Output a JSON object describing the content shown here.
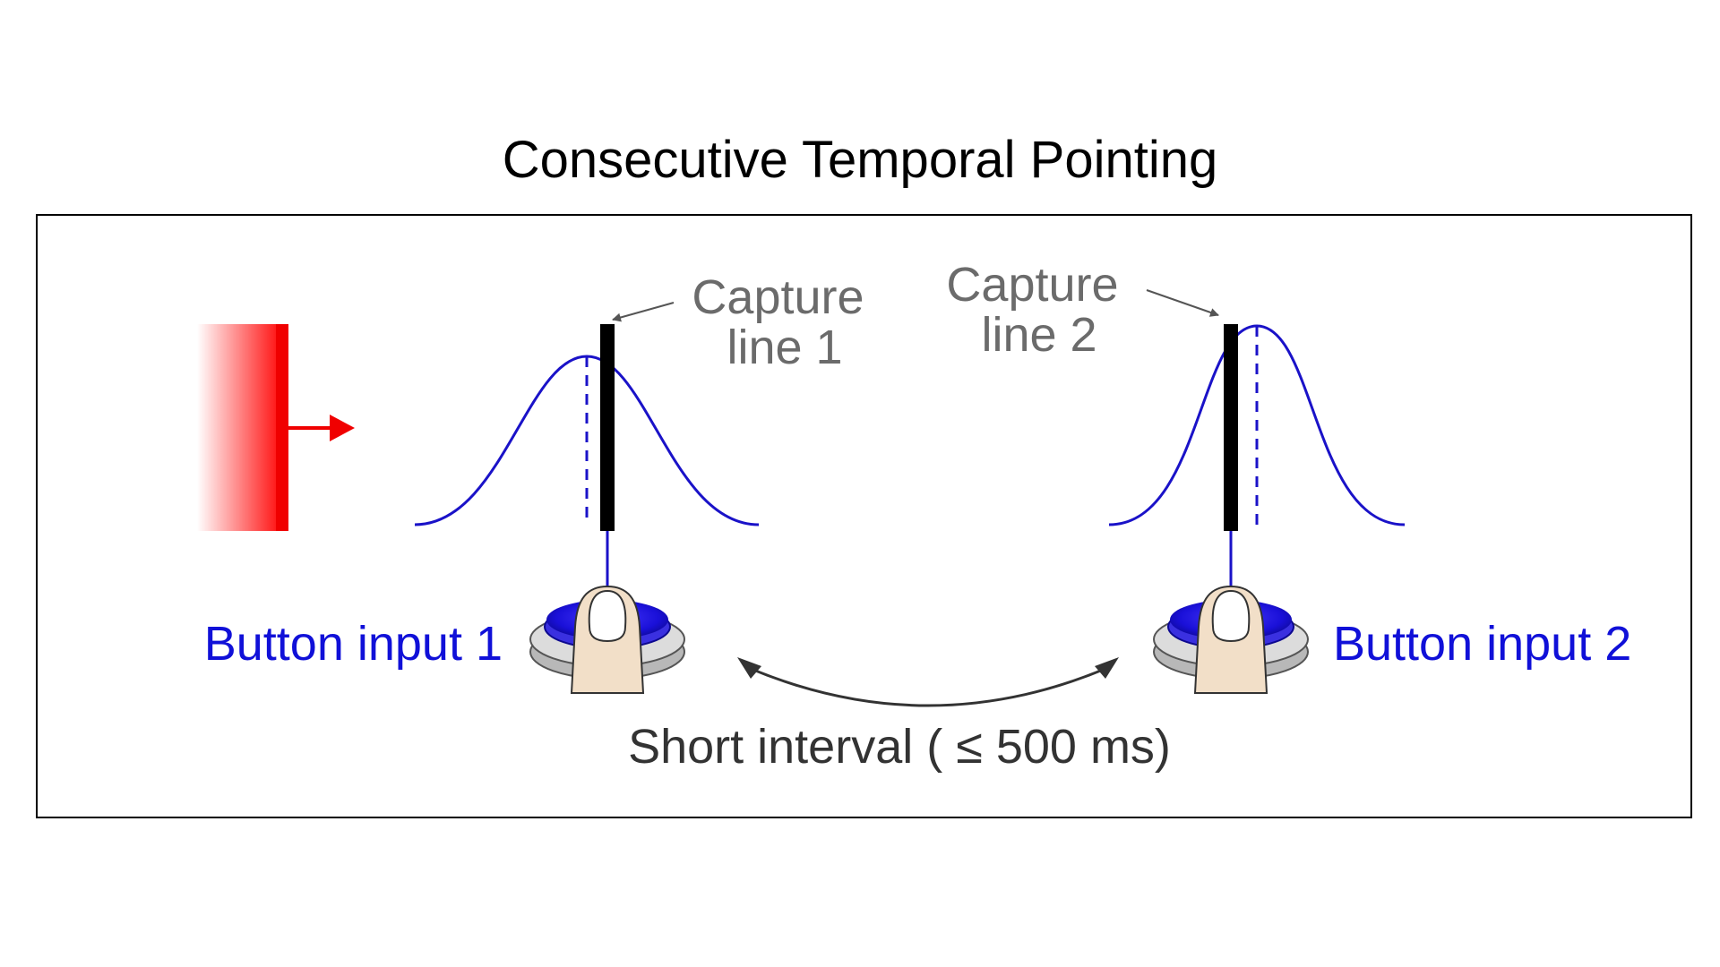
{
  "title": "Consecutive Temporal Pointing",
  "capture_line_1": [
    "Capture",
    "line 1"
  ],
  "capture_line_2": [
    "Capture",
    "line 2"
  ],
  "button_input_1": "Button input 1",
  "button_input_2": "Button input 2",
  "interval_label": "Short interval ( ≤ 500 ms)",
  "colors": {
    "frame": "#000000",
    "curve": "#1a12c8",
    "label_blue": "#1010d8",
    "moving_target": "#f00000",
    "capture_line": "#000000",
    "label_gray": "#6b6b6b",
    "button_top": "#1a10d8",
    "finger": "#f2dfc8"
  },
  "icons": {
    "moving_target": "red-bar-with-right-arrow",
    "button": "round-push-button-pressed-by-finger",
    "interval": "double-headed-curved-arrow"
  }
}
